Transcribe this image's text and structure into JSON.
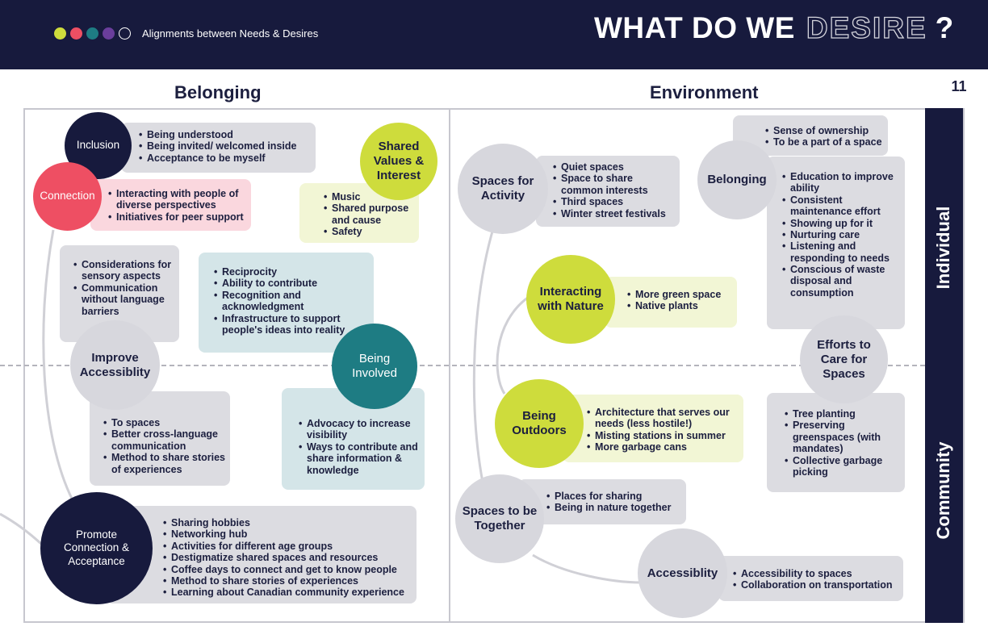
{
  "header": {
    "dot_colors": [
      "#cedc3c",
      "#ee4f63",
      "#1e7c83",
      "#6a3e9c"
    ],
    "subtitle": "Alignments between Needs & Desires",
    "title_pre": "WHAT DO WE",
    "title_highlight": "DESIRE",
    "title_post": "?"
  },
  "page_number": "11",
  "sections": {
    "left": "Belonging",
    "right": "Environment"
  },
  "side_labels": {
    "top": "Individual",
    "bottom": "Community"
  },
  "colors": {
    "navy": "#171a3d",
    "lime": "#cedc3c",
    "red": "#ee4f63",
    "teal": "#1e7c83",
    "gray": "#d7d7dd"
  },
  "belonging": {
    "inclusion": {
      "label": "Inclusion",
      "items": [
        "Being understood",
        "Being invited/ welcomed inside",
        "Acceptance to be myself"
      ]
    },
    "connection": {
      "label": "Connection",
      "items": [
        "Interacting with people of diverse perspectives",
        "Initiatives for peer support"
      ]
    },
    "shared_values": {
      "label": "Shared Values & Interest",
      "items": [
        "Music",
        "Shared purpose and cause",
        "Safety"
      ]
    },
    "improve_access": {
      "label": "Improve Accessiblity",
      "items_top": [
        "Considerations for sensory aspects",
        "Communication without language barriers"
      ],
      "items_bottom": [
        "To spaces",
        "Better cross-language communication",
        "Method to share stories of experiences"
      ]
    },
    "being_involved": {
      "label": "Being Involved",
      "items_top": [
        "Reciprocity",
        "Ability to contribute",
        "Recognition and acknowledgment",
        "Infrastructure to support people's ideas into reality"
      ],
      "items_bottom": [
        "Advocacy to increase visibility",
        "Ways to contribute and share information & knowledge"
      ]
    },
    "promote": {
      "label": "Promote Connection & Acceptance",
      "items": [
        "Sharing hobbies",
        "Networking hub",
        "Activities for different age groups",
        "Destigmatize shared spaces and resources",
        "Coffee days to connect and get to know people",
        "Method to share stories of experiences",
        "Learning about Canadian community experience"
      ]
    }
  },
  "environment": {
    "spaces_activity": {
      "label": "Spaces for Activity",
      "items": [
        "Quiet spaces",
        "Space to share common interests",
        "Third spaces",
        "Winter street festivals"
      ]
    },
    "belonging": {
      "label": "Belonging",
      "items_top": [
        "Sense of ownership",
        "To be a part of a space"
      ],
      "items_main": [
        "Education to improve ability",
        "Consistent maintenance effort",
        "Showing up for it",
        "Nurturing care",
        "Listening and responding to needs",
        "Conscious of waste disposal and consumption"
      ]
    },
    "nature": {
      "label": "Interacting with Nature",
      "items": [
        "More green space",
        "Native plants"
      ]
    },
    "efforts": {
      "label": "Efforts to Care for Spaces",
      "items": [
        "Tree planting",
        "Preserving greenspaces (with mandates)",
        "Collective garbage picking"
      ]
    },
    "outdoors": {
      "label": "Being Outdoors",
      "items": [
        "Architecture that serves our needs (less hostile!)",
        "Misting stations in summer",
        "More garbage cans"
      ]
    },
    "together": {
      "label": "Spaces to be Together",
      "items": [
        "Places for sharing",
        "Being in nature together"
      ]
    },
    "accessibility": {
      "label": "Accessiblity",
      "items": [
        "Accessibility to spaces",
        "Collaboration on transportation"
      ]
    }
  }
}
